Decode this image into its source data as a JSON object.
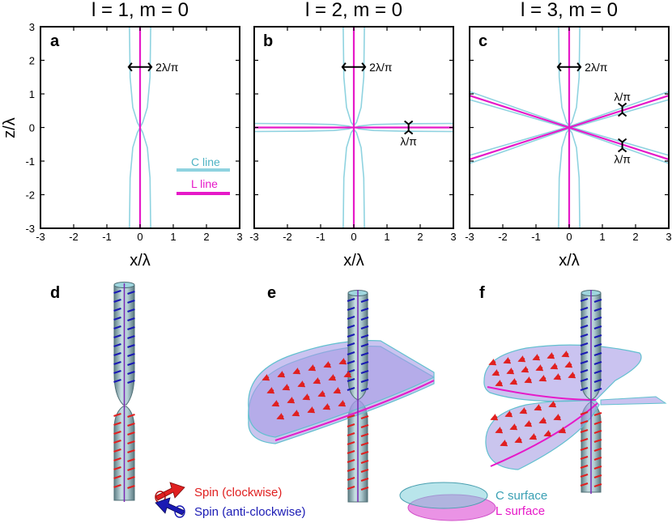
{
  "colors": {
    "c_line": "#8fd3e0",
    "l_line": "#e619c8",
    "spin_cw": "#e02020",
    "spin_acw": "#1a1ab4",
    "c_surface": "#7fd0da",
    "l_surface": "#e680e0",
    "surface_fill": "#9f95e0"
  },
  "chart_data": [
    {
      "type": "line",
      "panel": "a",
      "title": "l = 1, m = 0",
      "xlabel": "x/λ",
      "ylabel": "z/λ",
      "xlim": [
        -3,
        3
      ],
      "ylim": [
        -3,
        3
      ],
      "xticks": [
        "-3",
        "-2",
        "-1",
        "0",
        "1",
        "2",
        "3"
      ],
      "yticks": [
        "3",
        "2",
        "1",
        "0",
        "-1",
        "-2",
        "-3"
      ],
      "l_lines": [
        {
          "x": [
            0,
            0
          ],
          "z": [
            -3,
            3
          ]
        }
      ],
      "c_lines": [
        {
          "x": [
            -0.32,
            -0.3,
            -0.22,
            -0.08,
            0,
            -0.08,
            -0.22,
            -0.3,
            -0.32
          ],
          "z": [
            3,
            1.5,
            0.6,
            0.15,
            0,
            -0.15,
            -0.6,
            -1.5,
            -3
          ]
        },
        {
          "x": [
            0.32,
            0.3,
            0.22,
            0.08,
            0,
            0.08,
            0.22,
            0.3,
            0.32
          ],
          "z": [
            3,
            1.5,
            0.6,
            0.15,
            0,
            -0.15,
            -0.6,
            -1.5,
            -3
          ]
        }
      ],
      "annotations": [
        {
          "text": "2λ/π",
          "bar": "horizontal",
          "center": [
            0,
            1.8
          ],
          "half": 0.32
        }
      ],
      "legend": [
        {
          "label": "C line",
          "color": "#8fd3e0"
        },
        {
          "label": "L line",
          "color": "#e619c8"
        }
      ]
    },
    {
      "type": "line",
      "panel": "b",
      "title": "l = 2, m = 0",
      "xlabel": "x/λ",
      "xlim": [
        -3,
        3
      ],
      "ylim": [
        -3,
        3
      ],
      "xticks": [
        "-3",
        "-2",
        "-1",
        "0",
        "1",
        "2",
        "3"
      ],
      "l_lines": [
        {
          "x": [
            0,
            0
          ],
          "z": [
            -3,
            3
          ]
        },
        {
          "x": [
            -3,
            3
          ],
          "z": [
            0,
            0
          ]
        }
      ],
      "c_lines": [
        {
          "x": [
            -0.32,
            -0.3,
            -0.22,
            -0.08,
            0
          ],
          "z": [
            3,
            1.5,
            0.6,
            0.15,
            0.05
          ]
        },
        {
          "x": [
            0.32,
            0.3,
            0.22,
            0.08,
            0
          ],
          "z": [
            3,
            1.5,
            0.6,
            0.15,
            0.05
          ]
        },
        {
          "x": [
            -0.32,
            -0.3,
            -0.22,
            -0.08,
            0
          ],
          "z": [
            -3,
            -1.5,
            -0.6,
            -0.15,
            -0.05
          ]
        },
        {
          "x": [
            0.32,
            0.3,
            0.22,
            0.08,
            0
          ],
          "z": [
            -3,
            -1.5,
            -0.6,
            -0.15,
            -0.05
          ]
        },
        {
          "x": [
            -3,
            -1.5,
            -0.6,
            -0.15,
            -0.05
          ],
          "z": [
            0.12,
            0.11,
            0.09,
            0.04,
            0
          ]
        },
        {
          "x": [
            3,
            1.5,
            0.6,
            0.15,
            0.05
          ],
          "z": [
            0.12,
            0.11,
            0.09,
            0.04,
            0
          ]
        },
        {
          "x": [
            -3,
            -1.5,
            -0.6,
            -0.15,
            -0.05
          ],
          "z": [
            -0.12,
            -0.11,
            -0.09,
            -0.04,
            0
          ]
        },
        {
          "x": [
            3,
            1.5,
            0.6,
            0.15,
            0.05
          ],
          "z": [
            -0.12,
            -0.11,
            -0.09,
            -0.04,
            0
          ]
        }
      ],
      "annotations": [
        {
          "text": "2λ/π",
          "bar": "horizontal",
          "center": [
            0,
            1.8
          ],
          "half": 0.32
        },
        {
          "text": "λ/π",
          "bar": "vertical",
          "center": [
            1.65,
            0
          ],
          "half": 0.12
        }
      ]
    },
    {
      "type": "line",
      "panel": "c",
      "title": "l = 3, m = 0",
      "xlabel": "x/λ",
      "xlim": [
        -3,
        3
      ],
      "ylim": [
        -3,
        3
      ],
      "xticks": [
        "-3",
        "-2",
        "-1",
        "0",
        "1",
        "2",
        "3"
      ],
      "l_lines": [
        {
          "x": [
            0,
            0
          ],
          "z": [
            -3,
            3
          ]
        },
        {
          "x": [
            -3,
            3
          ],
          "z": [
            0.95,
            -0.95
          ]
        },
        {
          "x": [
            -3,
            3
          ],
          "z": [
            -0.95,
            0.95
          ]
        }
      ],
      "c_lines": [
        {
          "x": [
            -0.32,
            -0.3,
            -0.22,
            -0.08,
            0
          ],
          "z": [
            3,
            1.5,
            0.6,
            0.15,
            0.05
          ]
        },
        {
          "x": [
            0.32,
            0.3,
            0.22,
            0.08,
            0
          ],
          "z": [
            3,
            1.5,
            0.6,
            0.15,
            0.05
          ]
        },
        {
          "x": [
            -0.32,
            -0.3,
            -0.22,
            -0.08,
            0
          ],
          "z": [
            -3,
            -1.5,
            -0.6,
            -0.15,
            -0.05
          ]
        },
        {
          "x": [
            0.32,
            0.3,
            0.22,
            0.08,
            0
          ],
          "z": [
            -3,
            -1.5,
            -0.6,
            -0.15,
            -0.05
          ]
        },
        {
          "x": [
            -3,
            0
          ],
          "z": [
            1.07,
            0.03
          ]
        },
        {
          "x": [
            -3,
            0
          ],
          "z": [
            0.83,
            -0.03
          ]
        },
        {
          "x": [
            0,
            3
          ],
          "z": [
            0.03,
            1.07
          ]
        },
        {
          "x": [
            0,
            3
          ],
          "z": [
            -0.03,
            0.83
          ]
        },
        {
          "x": [
            -3,
            0
          ],
          "z": [
            -0.83,
            0.03
          ]
        },
        {
          "x": [
            -3,
            0
          ],
          "z": [
            -1.07,
            -0.03
          ]
        },
        {
          "x": [
            0,
            3
          ],
          "z": [
            0.03,
            -0.83
          ]
        },
        {
          "x": [
            0,
            3
          ],
          "z": [
            -0.03,
            -1.07
          ]
        }
      ],
      "annotations": [
        {
          "text": "2λ/π",
          "bar": "horizontal",
          "center": [
            0,
            1.8
          ],
          "half": 0.32
        },
        {
          "text": "λ/π",
          "bar": "vertical",
          "center": [
            1.6,
            0.53
          ],
          "half": 0.12
        },
        {
          "text": "λ/π",
          "bar": "vertical",
          "center": [
            1.6,
            -0.53
          ],
          "half": 0.12
        }
      ]
    }
  ],
  "panels_3d": [
    {
      "label": "d"
    },
    {
      "label": "e"
    },
    {
      "label": "f"
    }
  ],
  "legend_3d": {
    "spin_cw": "Spin (clockwise)",
    "spin_acw": "Spin (anti-clockwise)",
    "c_surface": "C surface",
    "l_surface": "L surface"
  }
}
